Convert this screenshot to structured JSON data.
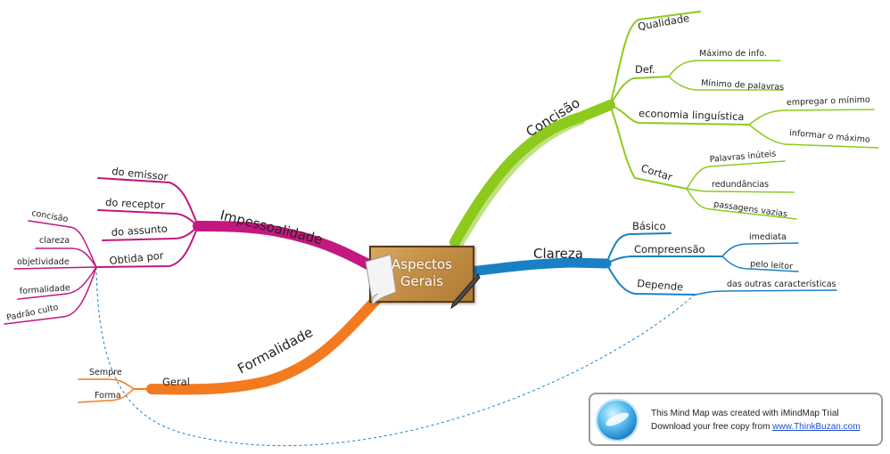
{
  "central": {
    "line1": "Aspectos",
    "line2": "Gerais"
  },
  "colors": {
    "concisao": "#8ccb1e",
    "clareza": "#1a80c4",
    "formalidade": "#f47a20",
    "impessoalidade": "#c2187f"
  },
  "branches": {
    "concisao": {
      "label": "Concisão",
      "qualidade": "Qualidade",
      "def": "Def.",
      "def_children": [
        "Máximo de info.",
        "Mínimo de palavras"
      ],
      "economia": "economia linguística",
      "economia_children": [
        "empregar o mínimo",
        "informar o máximo"
      ],
      "cortar": "Cortar",
      "cortar_children": [
        "Palavras inúteis",
        "redundâncias",
        "passagens vazias"
      ]
    },
    "clareza": {
      "label": "Clareza",
      "basico": "Básico",
      "compreensao": "Compreensão",
      "compreensao_children": [
        "imediata",
        "pelo leitor"
      ],
      "depende": "Depende",
      "depende_children": [
        "das outras características"
      ]
    },
    "formalidade": {
      "label": "Formalidade",
      "geral": "Geral",
      "geral_children": [
        "Sempre",
        "Forma"
      ]
    },
    "impessoalidade": {
      "label": "Impessoalidade",
      "emissor": "do emissor",
      "receptor": "do receptor",
      "assunto": "do assunto",
      "obtida": "Obtida por",
      "obtida_children": [
        "concisão",
        "clareza",
        "objetividade",
        "formalidade",
        "Padrão culto"
      ]
    }
  },
  "banner": {
    "line1": "This Mind Map was created with iMindMap Trial",
    "line2_prefix": "Download your free copy from ",
    "link": "www.ThinkBuzan.com",
    "logo_icon": "imindmap-logo-icon"
  }
}
